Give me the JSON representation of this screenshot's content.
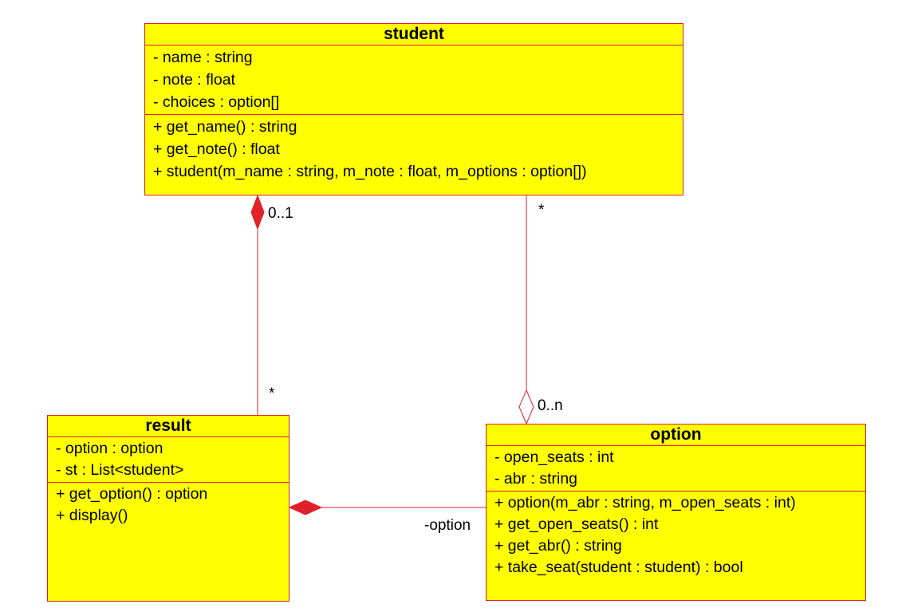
{
  "classes": {
    "student": {
      "name": "student",
      "attributes": [
        "- name : string",
        "- note : float",
        "- choices : option[]"
      ],
      "methods": [
        "+ get_name() : string",
        "+ get_note() : float",
        "+ student(m_name : string, m_note : float, m_options : option[])"
      ]
    },
    "result": {
      "name": "result",
      "attributes": [
        "- option : option",
        "- st : List<student>"
      ],
      "methods": [
        "+ get_option() : option",
        "+ display()"
      ]
    },
    "option": {
      "name": "option",
      "attributes": [
        "- open_seats : int",
        "- abr : string"
      ],
      "methods": [
        "+ option(m_abr : string, m_open_seats : int)",
        "+ get_open_seats() : int",
        "+ get_abr() : string",
        "+ take_seat(student : student) : bool"
      ]
    }
  },
  "links": {
    "student_result": {
      "kind": "composition",
      "near_student": "0..1",
      "near_result": "*"
    },
    "student_option": {
      "kind": "aggregation",
      "near_student": "*",
      "near_option": "0..n"
    },
    "result_option": {
      "kind": "composition",
      "role": "-option"
    }
  },
  "colors": {
    "fill": "#ffff00",
    "line": "#e0202a",
    "text": "#000000"
  }
}
